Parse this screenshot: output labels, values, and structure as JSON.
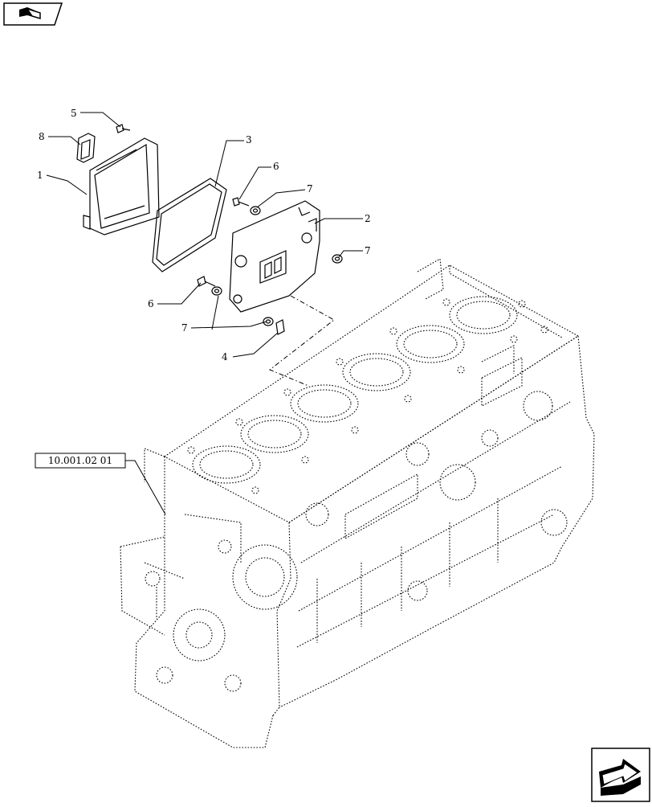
{
  "callouts": [
    {
      "id": "1",
      "label": "1"
    },
    {
      "id": "2",
      "label": "2"
    },
    {
      "id": "3",
      "label": "3"
    },
    {
      "id": "4",
      "label": "4"
    },
    {
      "id": "5",
      "label": "5"
    },
    {
      "id": "6a",
      "label": "6"
    },
    {
      "id": "6b",
      "label": "6"
    },
    {
      "id": "7a",
      "label": "7"
    },
    {
      "id": "7b",
      "label": "7"
    },
    {
      "id": "7c",
      "label": "7"
    },
    {
      "id": "8",
      "label": "8"
    }
  ],
  "reference": {
    "label": "10.001.02 01"
  },
  "navigation": {
    "prev_icon": "back-arrow-icon",
    "next_icon": "forward-arrow-icon"
  }
}
